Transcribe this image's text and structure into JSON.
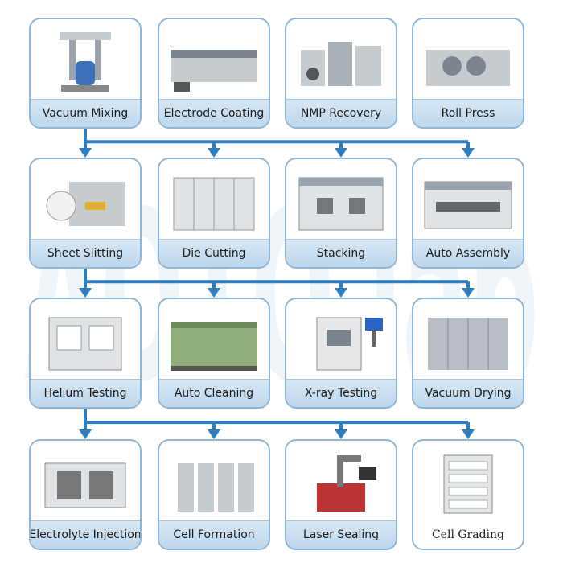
{
  "steps": [
    {
      "label": "Vacuum Mixing",
      "icon": "vacuum-mixer-machine-icon"
    },
    {
      "label": "Electrode Coating",
      "icon": "coating-machine-icon"
    },
    {
      "label": "NMP Recovery",
      "icon": "nmp-recovery-machine-icon"
    },
    {
      "label": "Roll Press",
      "icon": "roll-press-machine-icon"
    },
    {
      "label": "Sheet Slitting",
      "icon": "slitting-machine-icon"
    },
    {
      "label": "Die Cutting",
      "icon": "die-cutting-machine-icon"
    },
    {
      "label": "Stacking",
      "icon": "stacking-machine-icon"
    },
    {
      "label": "Auto Assembly",
      "icon": "assembly-line-icon"
    },
    {
      "label": "Helium Testing",
      "icon": "helium-tester-icon"
    },
    {
      "label": "Auto Cleaning",
      "icon": "cleaning-machine-icon"
    },
    {
      "label": "X-ray Testing",
      "icon": "xray-tester-icon"
    },
    {
      "label": "Vacuum Drying",
      "icon": "vacuum-oven-icon"
    },
    {
      "label": "Electrolyte Injection",
      "icon": "electrolyte-injector-icon"
    },
    {
      "label": "Cell Formation",
      "icon": "formation-cabinet-icon"
    },
    {
      "label": "Laser Sealing",
      "icon": "laser-welder-icon"
    },
    {
      "label": "Cell Grading",
      "icon": "grading-cabinet-icon"
    }
  ],
  "watermark": "AOTO lab",
  "colors": {
    "border": "#8fb6d6",
    "label_bg": "#c9def0",
    "arrow": "#2f7fc0",
    "machine": "#c7ccd1"
  }
}
